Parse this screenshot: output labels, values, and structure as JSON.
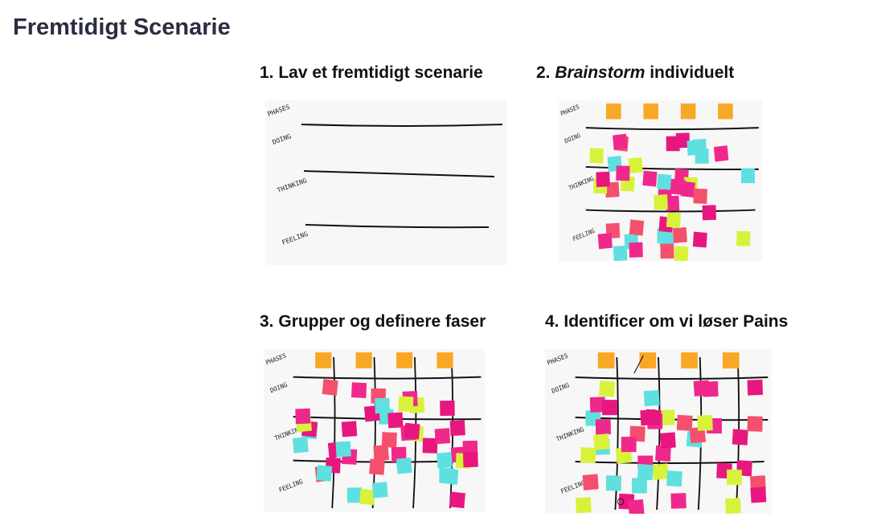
{
  "page": {
    "title": "Fremtidigt Scenarie"
  },
  "steps": [
    {
      "number": "1.",
      "text": "Lav et fremtidigt scenarie"
    },
    {
      "number": "2.",
      "emphasis": "Brainstorm",
      "text": " individuelt"
    },
    {
      "number": "3.",
      "text": "Grupper og definere faser"
    },
    {
      "number": "4.",
      "text": "Identificer om vi løser Pains"
    }
  ],
  "board_labels": [
    "PHASES",
    "DOING",
    "THINKING",
    "FEELING"
  ],
  "note_colors": [
    "#f9a825",
    "#f0288c",
    "#e8177f",
    "#5fe0e0",
    "#d8f23a",
    "#f4506e"
  ]
}
